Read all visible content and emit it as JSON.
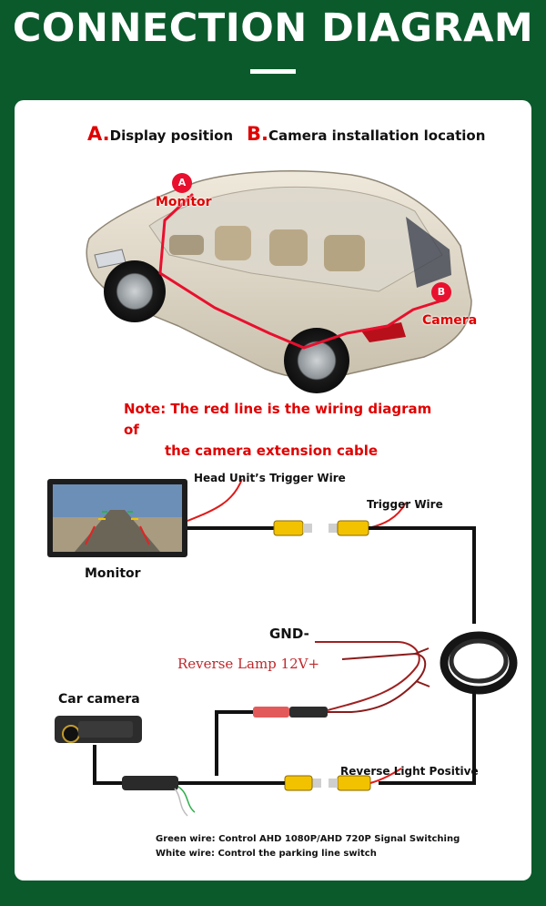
{
  "title": "CONNECTION DIAGRAM",
  "positions": {
    "a_letter": "A.",
    "a_text": "Display position",
    "b_letter": "B.",
    "b_text": "Camera installation location"
  },
  "car_markers": {
    "monitor_pin": "A",
    "monitor_label": "Monitor",
    "camera_pin": "B",
    "camera_label": "Camera"
  },
  "note": {
    "line1": "Note: The red line is the wiring diagram of",
    "line2": "the camera extension cable"
  },
  "wiring": {
    "head_unit_trigger": "Head Unit’s Trigger Wire",
    "trigger_wire": "Trigger Wire",
    "monitor": "Monitor",
    "gnd": "GND-",
    "reverse_lamp": "Reverse Lamp 12V+",
    "car_camera": "Car camera",
    "reverse_light_positive": "Reverse Light Positive",
    "green_wire": "Green wire: Control AHD 1080P/AHD 720P Signal Switching",
    "white_wire": "White wire:  Control the parking line switch"
  },
  "colors": {
    "background": "#0b5a2c",
    "accent_red": "#e00000",
    "rca_yellow": "#f2c200"
  }
}
